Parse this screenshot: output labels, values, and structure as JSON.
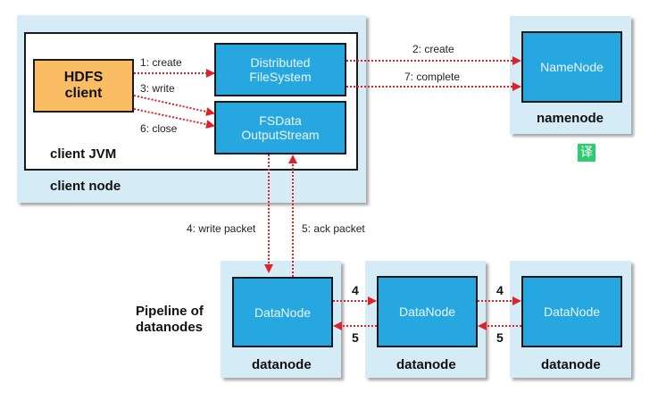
{
  "client_node": {
    "label": "client node",
    "jvm_label": "client JVM",
    "hdfs_client": "HDFS\nclient",
    "distributed_fs": "Distributed\nFileSystem",
    "fsdata_output": "FSData\nOutputStream"
  },
  "namenode": {
    "label": "namenode",
    "inner": "NameNode"
  },
  "pipeline_label": "Pipeline of\ndatanodes",
  "datanodes": [
    {
      "label": "datanode",
      "inner": "DataNode"
    },
    {
      "label": "datanode",
      "inner": "DataNode"
    },
    {
      "label": "datanode",
      "inner": "DataNode"
    }
  ],
  "edges": {
    "create_1": "1: create",
    "create_2": "2: create",
    "write_3": "3: write",
    "write_packet_4": "4: write packet",
    "ack_packet_5": "5: ack packet",
    "close_6": "6: close",
    "complete_7": "7: complete",
    "pipe_forward_a": "4",
    "pipe_back_a": "5",
    "pipe_forward_b": "4",
    "pipe_back_b": "5"
  },
  "translate_badge": "译",
  "colors": {
    "node_bg": "#d5ebf6",
    "component_blue": "#27a7df",
    "client_orange": "#fbbd63",
    "arrow_red": "#e0202a",
    "badge_green": "#2ecc71"
  }
}
